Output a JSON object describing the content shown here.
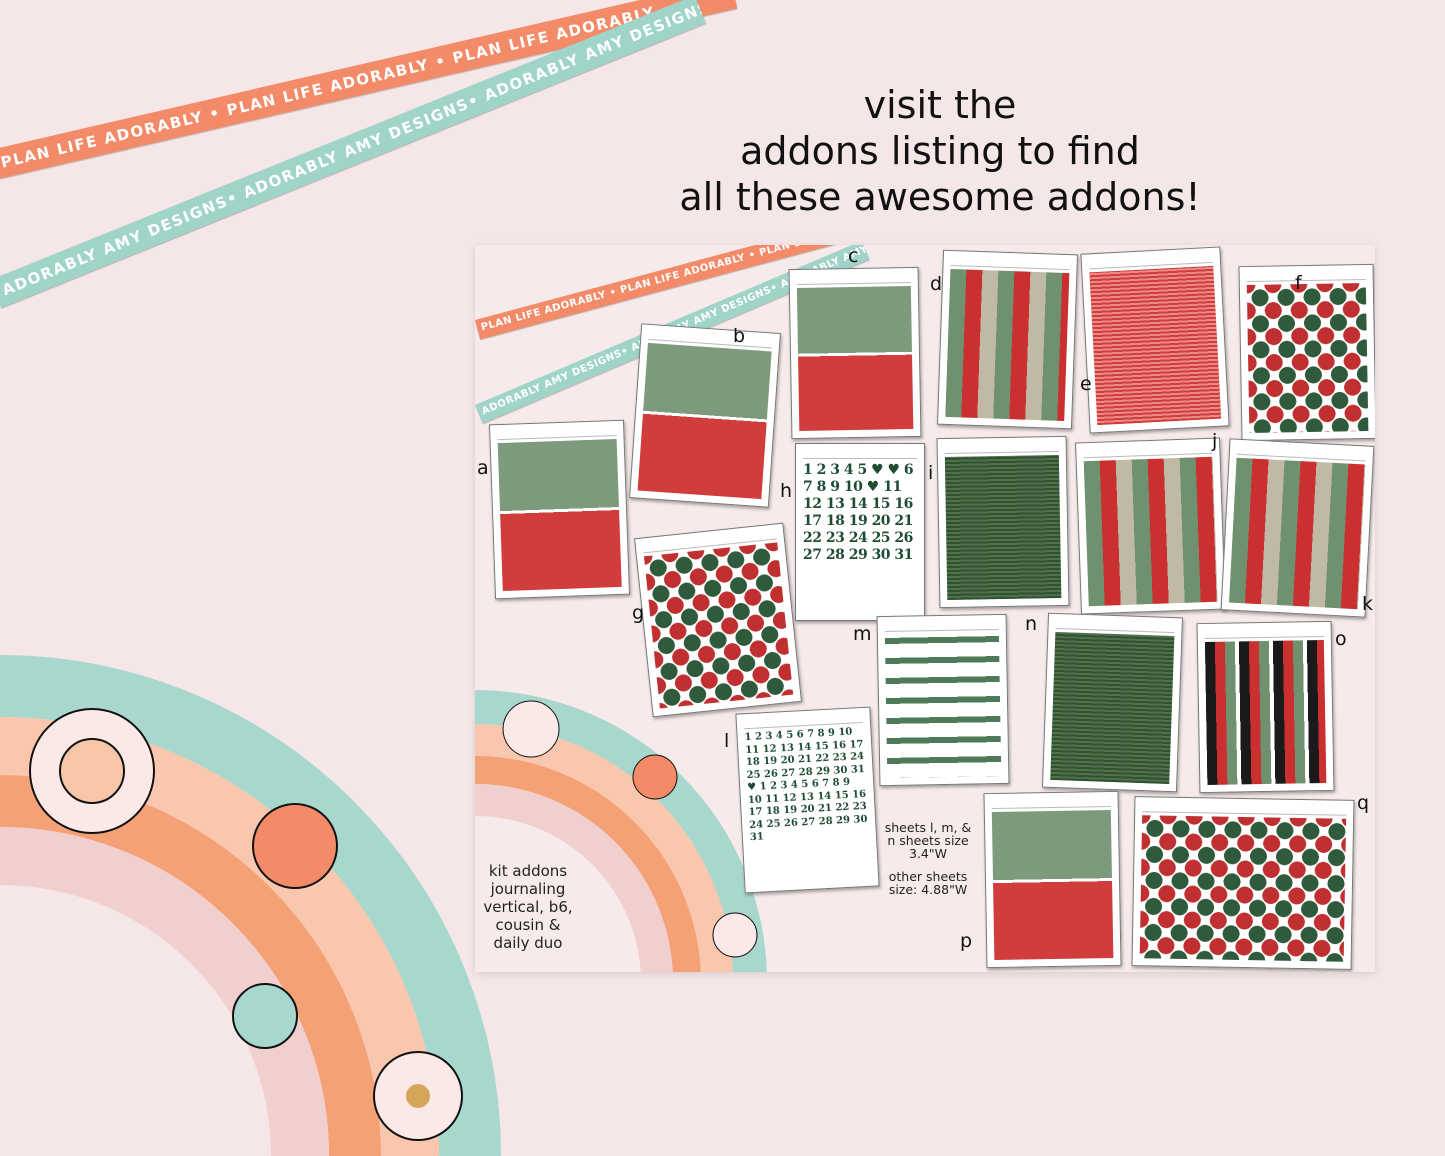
{
  "ribbons": {
    "orange": "PLAN LIFE ADORABLY • PLAN LIFE ADORABLY • PLAN LIFE ADORABLY",
    "teal": "ADORABLY AMY DESIGNS• ADORABLY AMY DESIGNS• ADORABLY AMY DESIGNS"
  },
  "headline": {
    "line1": "visit the",
    "line2": "addons listing to find",
    "line3": "all these awesome addons!"
  },
  "sheets": [
    "a",
    "b",
    "c",
    "d",
    "e",
    "f",
    "g",
    "h",
    "i",
    "j",
    "k",
    "l",
    "m",
    "n",
    "o",
    "p",
    "q"
  ],
  "sheet_h_text": "1 2 3 4 5 ♥ ♥ 6 7 8 9 10 ♥ 11 12 13 14 15 16 17 18 19 20 21 22 23 24 25 26 27 28 29 30 31",
  "sheet_l_text": "1 2 3 4 5 6 7 8 9 10 11 12 13 14 15 16 17 18 19 20 21 22 23 24 25 26 27 28 29 30 31 ♥ 1 2 3 4 5 6 7 8 9 10 11 12 13 14 15 16 17 18 19 20 21 22 23 24 25 26 27 28 29 30 31",
  "notes": {
    "small_sizes": "sheets l, m, & n sheets size 3.4\"W",
    "other_sizes": "other sheets size: 4.88\"W"
  },
  "kit_addons": "kit addons journaling vertical, b6, cousin & daily duo",
  "colors": {
    "background": "#f5e7e8",
    "orange": "#f38a68",
    "teal": "#a0d4c9",
    "green": "#6f9170",
    "red": "#d13c3c"
  }
}
